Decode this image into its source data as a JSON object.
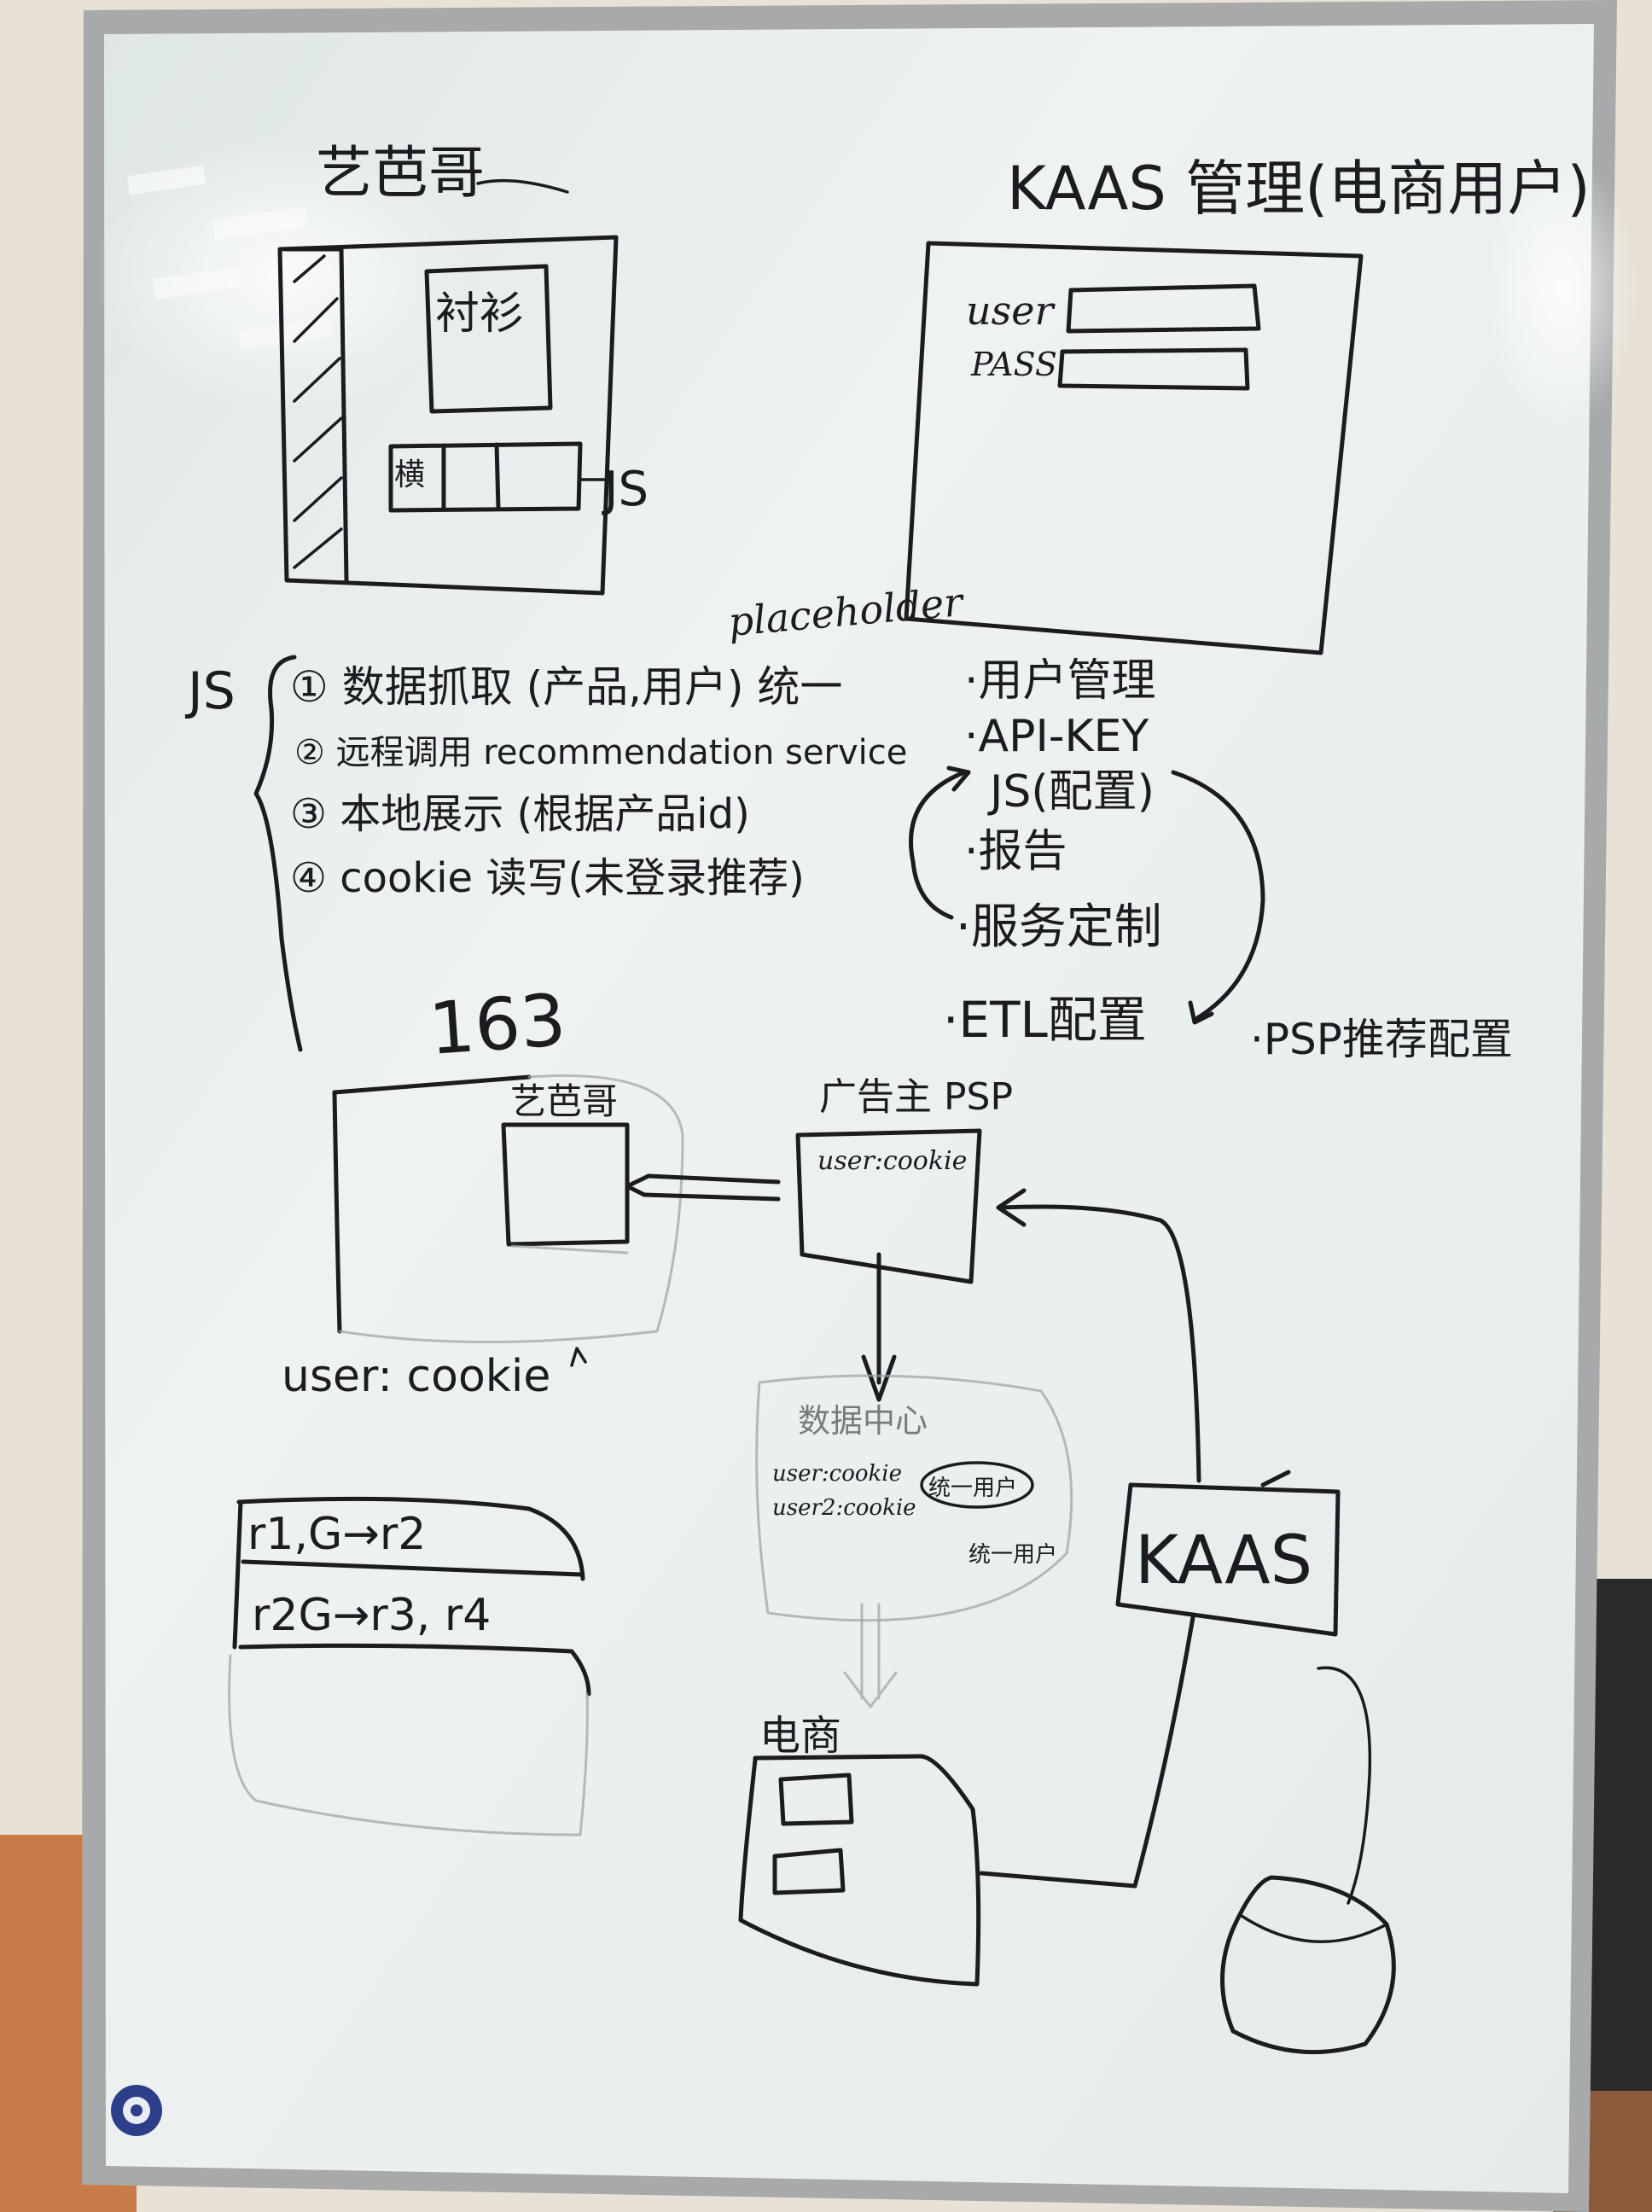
{
  "photo": {
    "subject": "whiteboard-sketch"
  },
  "colors": {
    "marker": "#1c1c20",
    "board": "#eef3f1",
    "frame": "#a7a9aa",
    "wall": "#e7e1d6",
    "floor": "#c97b4a"
  },
  "mockup": {
    "title": "艺芭哥",
    "product_label": "衬衫",
    "js_label": "JS",
    "small_label": "横"
  },
  "kaas_admin": {
    "title": "KAAS 管理(电商用户)",
    "user_label": "user",
    "pass_label": "PASS",
    "note": "placeholder"
  },
  "js_features": {
    "label": "JS",
    "items": [
      "① 数据抓取 (产品,用户) 统一",
      "② 远程调用 recommendation service",
      "③ 本地展示 (根据产品id)",
      "④ cookie 读写(未登录推荐)"
    ]
  },
  "admin_menu": {
    "items": [
      "·用户管理",
      "·API-KEY",
      "JS(配置)",
      "·报告",
      "·服务定制",
      "·ETL配置",
      "·PSP推荐配置"
    ]
  },
  "flow": {
    "site_label": "163",
    "site_inner_label": "艺芭哥",
    "site_cookie": "user: cookie",
    "psp_label": "广告主 PSP",
    "psp_cookie": "user:cookie",
    "exchange_label": "数据中心",
    "exchange_line1": "user:cookie",
    "exchange_line2": "user2:cookie",
    "exchange_note1": "统一用户",
    "exchange_note2": "统一用户",
    "merchant_label": "电商",
    "kaas_label": "KAAS"
  },
  "rules_table": {
    "rows": [
      "r1,G→r2",
      "r2G→r3, r4"
    ]
  }
}
